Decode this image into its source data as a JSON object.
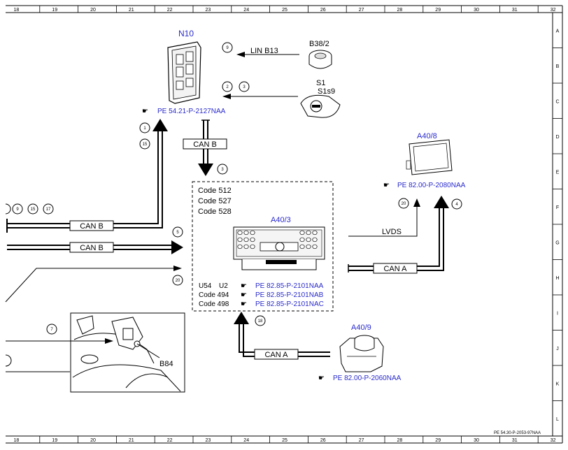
{
  "ruler": {
    "columns": [
      "18",
      "19",
      "20",
      "21",
      "22",
      "23",
      "24",
      "25",
      "26",
      "27",
      "28",
      "29",
      "30",
      "31",
      "32"
    ],
    "rows": [
      "A",
      "B",
      "C",
      "D",
      "E",
      "F",
      "G",
      "H",
      "I",
      "J",
      "K",
      "L"
    ]
  },
  "components": {
    "n10": {
      "label": "N10",
      "ref": "PE 54.21-P-2127NAA"
    },
    "b38_2": {
      "label": "B38/2",
      "signal": "LIN B13"
    },
    "s1": {
      "label": "S1",
      "sublabel": "S1s9"
    },
    "a40_8": {
      "label": "A40/8",
      "ref": "PE 82.00-P-2080NAA"
    },
    "a40_3": {
      "label": "A40/3",
      "codes": [
        "Code 512",
        "Code 527",
        "Code 528"
      ],
      "variants": [
        {
          "left": "U54",
          "mid": "U2",
          "ref": "PE 82.85-P-2101NAA"
        },
        {
          "left": "Code 494",
          "mid": "",
          "ref": "PE 82.85-P-2101NAB"
        },
        {
          "left": "Code 498",
          "mid": "",
          "ref": "PE 82.85-P-2101NAC"
        }
      ]
    },
    "a40_9": {
      "label": "A40/9",
      "ref": "PE 82.00-P-2060NAA"
    },
    "b84": {
      "label": "B84"
    }
  },
  "signals": {
    "can_b_1": "CAN B",
    "can_b_2": "CAN B",
    "can_b_3": "CAN B",
    "can_a_1": "CAN A",
    "can_a_2": "CAN A",
    "lvds": "LVDS"
  },
  "markers": {
    "m9": "9",
    "m2": "2",
    "m3": "3",
    "m1": "1",
    "m15": "15",
    "m3b": "3",
    "m9l": "9",
    "m15l": "15",
    "m17l": "17",
    "m5": "5",
    "m20l": "20",
    "m20r": "20",
    "m4": "4",
    "m18": "18",
    "m7": "7"
  },
  "footer": "PE 54.30-P-2053-97NAA"
}
